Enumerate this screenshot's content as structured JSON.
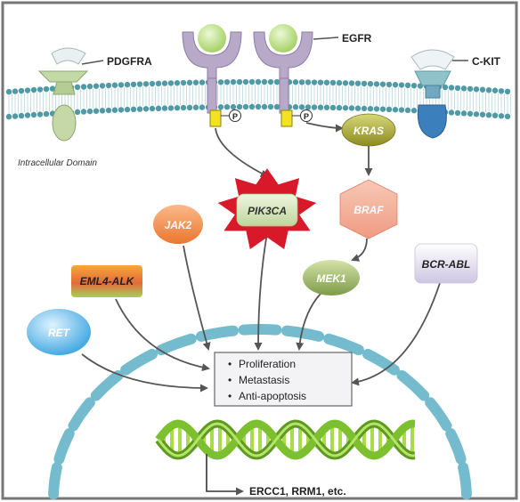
{
  "receptors": {
    "pdgfra": "PDGFRA",
    "egfr": "EGFR",
    "ckit": "C-KIT",
    "phospho": "P"
  },
  "membrane_label": "Intracellular Domain",
  "nodes": {
    "kras": "KRAS",
    "pik3ca": "PIK3CA",
    "braf": "BRAF",
    "jak2": "JAK2",
    "mek1": "MEK1",
    "bcr_abl": "BCR-ABL",
    "eml4_alk": "EML4-ALK",
    "ret": "RET"
  },
  "outcomes": [
    "Proliferation",
    "Metastasis",
    "Anti-apoptosis"
  ],
  "outcome_bullet": "•",
  "dna_label": "ERCC1, RRM1, etc.",
  "colors": {
    "membrane_head": "#4f9aa6",
    "membrane_tail": "#c7dfe3",
    "nucleus": "#74bccd",
    "dna": "#7cc030",
    "egfr_receptor": "#b8a9c9",
    "ligand": "#b7dc7e",
    "kinase_box": "#f2e21f",
    "arrow": "#555555",
    "border": "#777777"
  }
}
